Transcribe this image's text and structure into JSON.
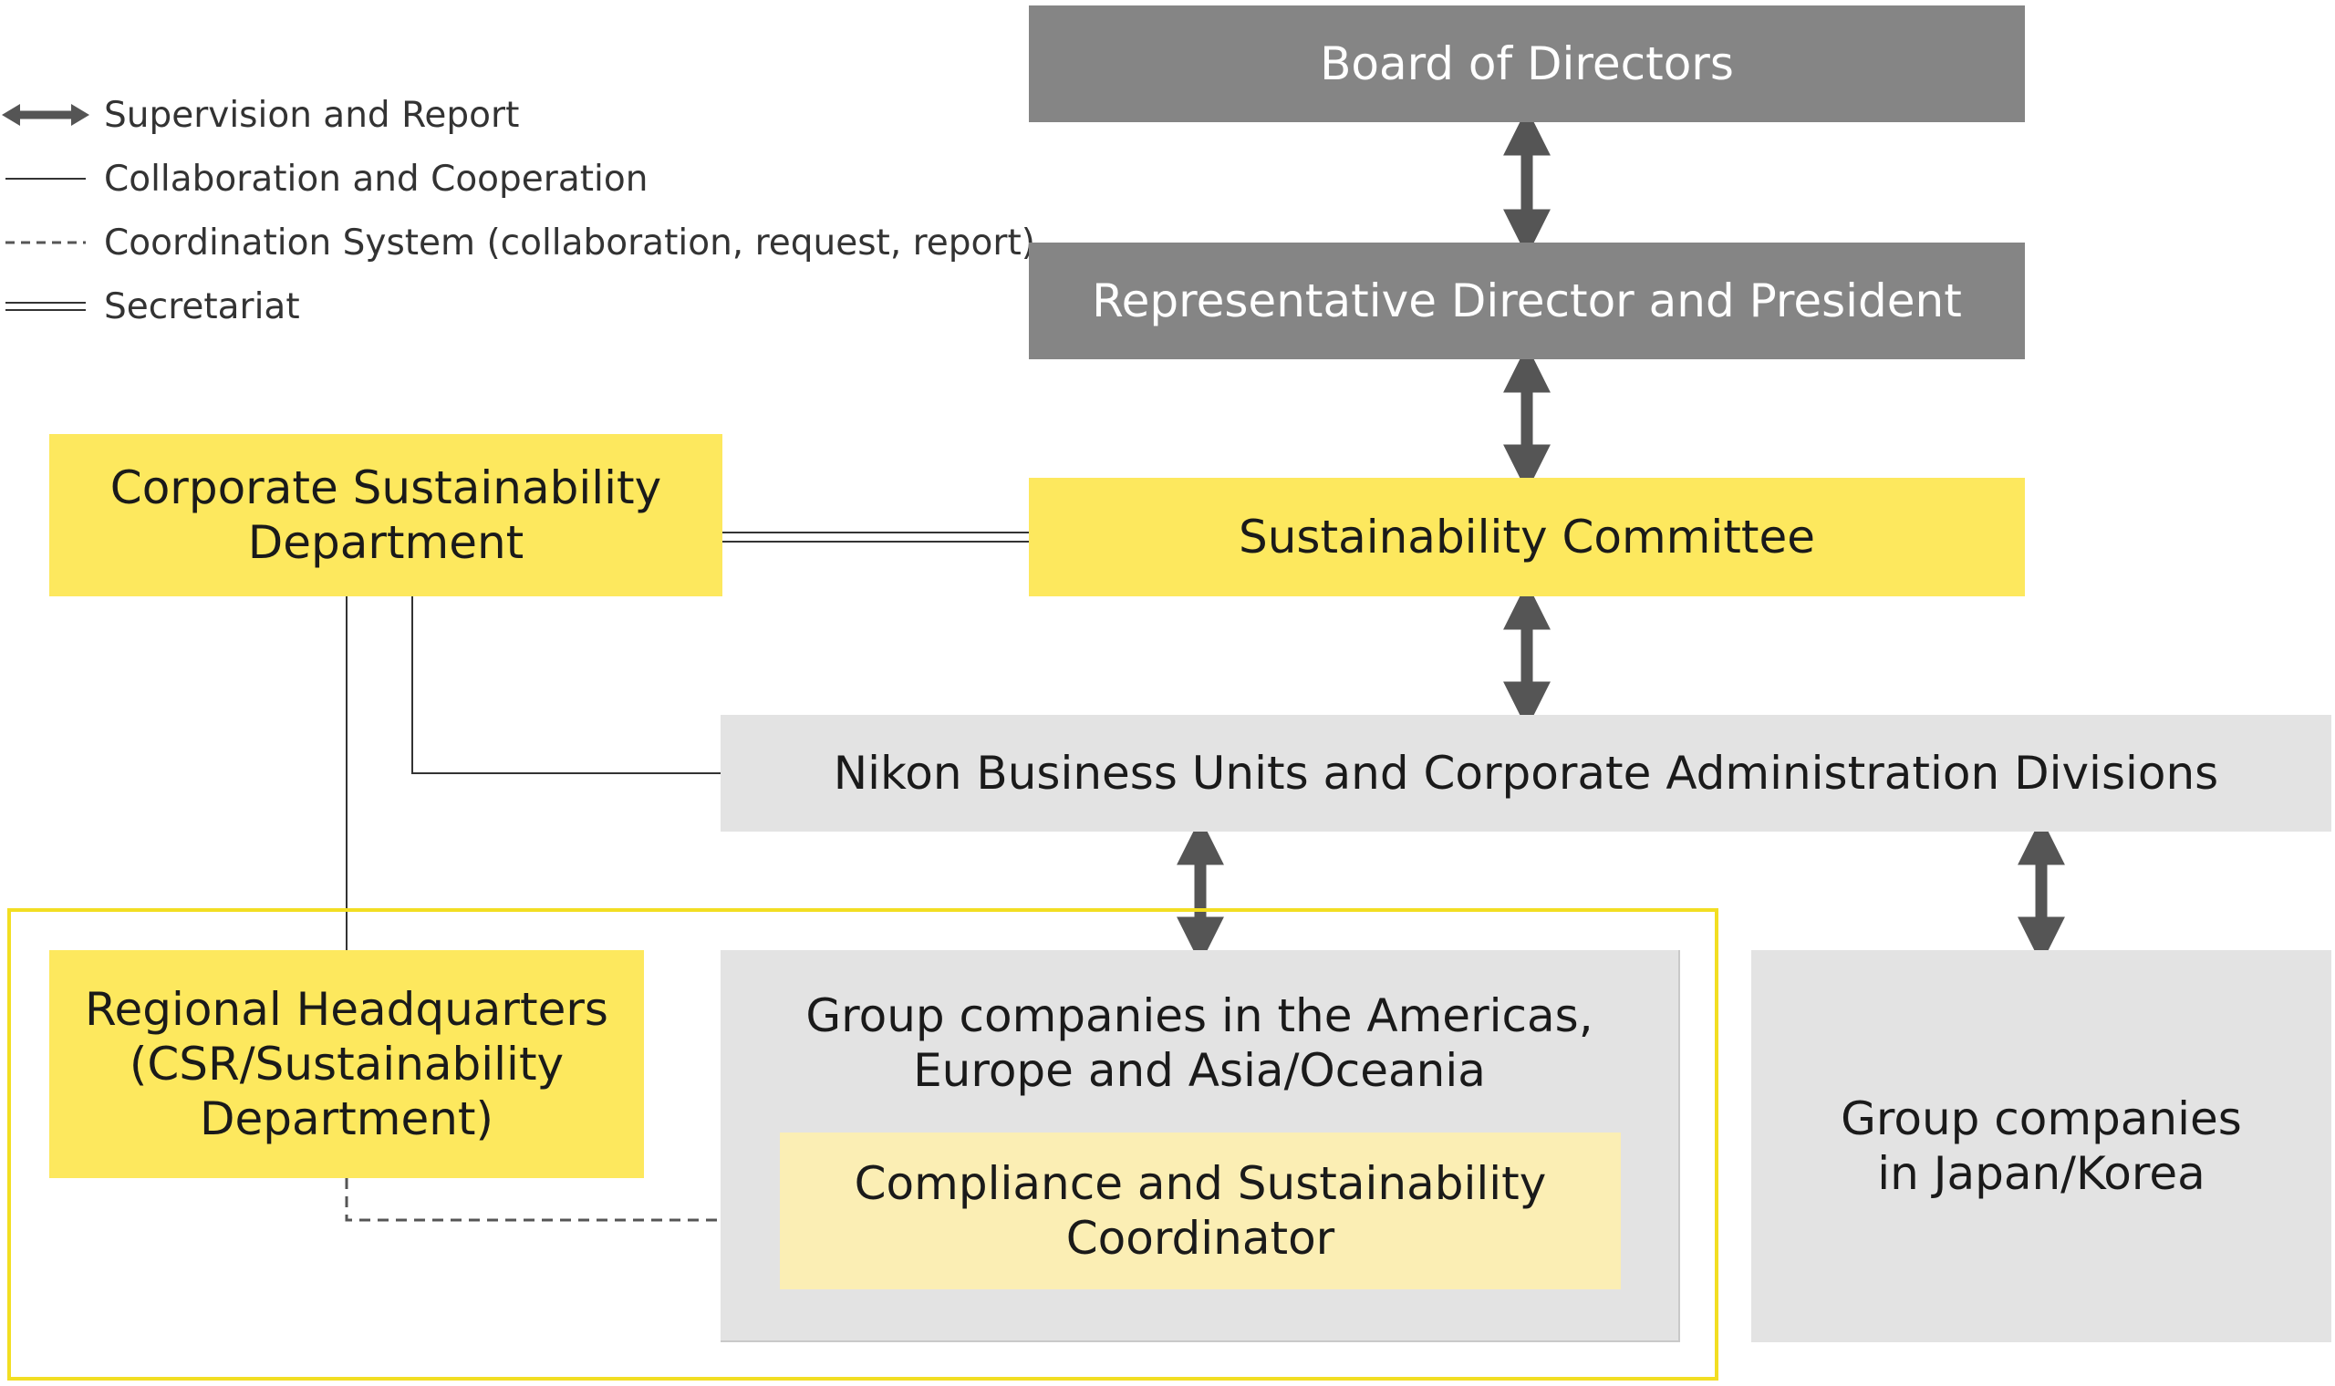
{
  "legend": {
    "supervision": "Supervision and Report",
    "collaboration": "Collaboration and Cooperation",
    "coordination": "Coordination System (collaboration, request, report)",
    "secretariat": "Secretariat"
  },
  "nodes": {
    "board": "Board of Directors",
    "president": "Representative Director and President",
    "committee": "Sustainability Committee",
    "corporate": "Corporate Sustainability\nDepartment",
    "business": "Nikon Business Units and Corporate Administration Divisions",
    "regional": "Regional Headquarters\n(CSR/Sustainability\nDepartment)",
    "group_americas": "Group companies in the Americas,\nEurope and Asia/Oceania",
    "coordinator": "Compliance and Sustainability\nCoordinator",
    "group_japan": "Group companies\nin Japan/Korea"
  },
  "colors": {
    "dark_box": "#858585",
    "yellow_box": "#fde85e",
    "gray_box": "#e3e3e3",
    "pale_yellow_box": "#fbeeb4",
    "frame": "#f2de22",
    "arrow": "#555555",
    "line": "#333333"
  }
}
